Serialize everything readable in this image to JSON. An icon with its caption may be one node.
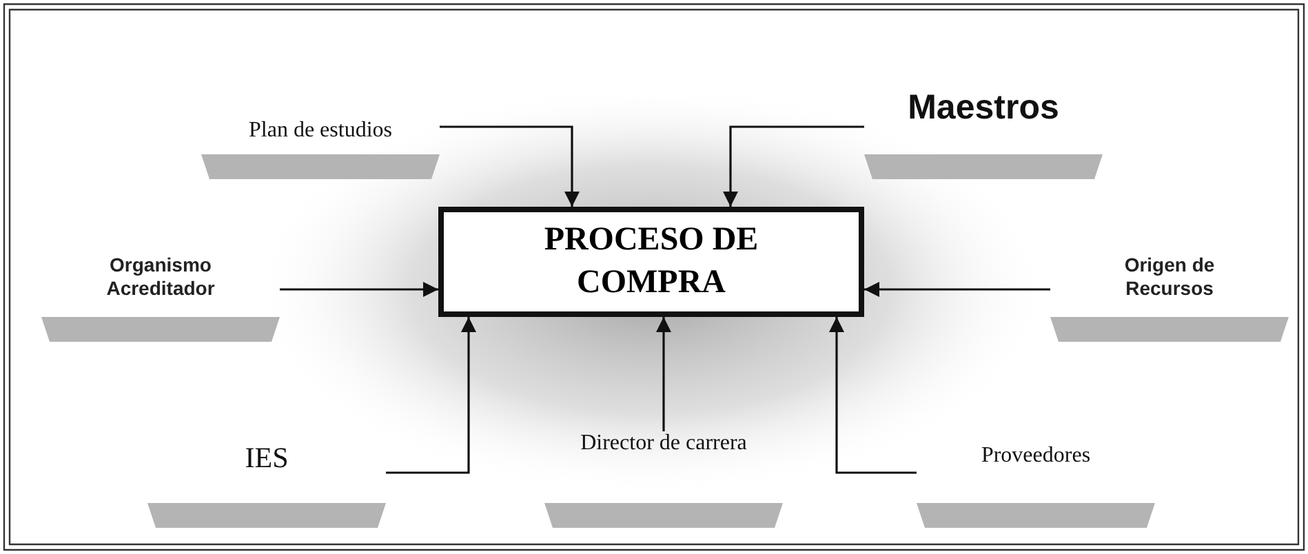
{
  "diagram": {
    "nodes": [
      {
        "text": [
          "PROCESO DE COMPRA"
        ]
      },
      {
        "text": [
          "Plan de estudios"
        ]
      },
      {
        "text": [
          "Maestros"
        ]
      },
      {
        "text": [
          "Organismo Acreditador"
        ]
      },
      {
        "text": [
          "Origen de Recursos"
        ]
      },
      {
        "text": [
          "IES"
        ]
      },
      {
        "text": [
          "Director de carrera"
        ]
      },
      {
        "text": [
          "Proveedores"
        ]
      }
    ],
    "edges": [
      {
        "from": 1,
        "to": 0,
        "arrow": "to"
      },
      {
        "from": 2,
        "to": 0,
        "arrow": "to"
      },
      {
        "from": 3,
        "to": 0,
        "arrow": "to"
      },
      {
        "from": 4,
        "to": 0,
        "arrow": "to"
      },
      {
        "from": 5,
        "to": 0,
        "arrow": "to"
      },
      {
        "from": 6,
        "to": 0,
        "arrow": "to"
      },
      {
        "from": 7,
        "to": 0,
        "arrow": "to"
      }
    ]
  }
}
